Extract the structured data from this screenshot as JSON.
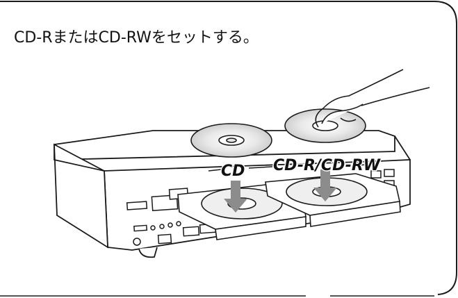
{
  "title": "CD-RまたはCD-RWをセットする。",
  "labels": {
    "cd": "CD",
    "cdr": "CD-R/CD-RW"
  },
  "colors": {
    "arrow": "#8c8c8c",
    "line": "#1a1a1a",
    "disc": "#e6e6e6"
  }
}
